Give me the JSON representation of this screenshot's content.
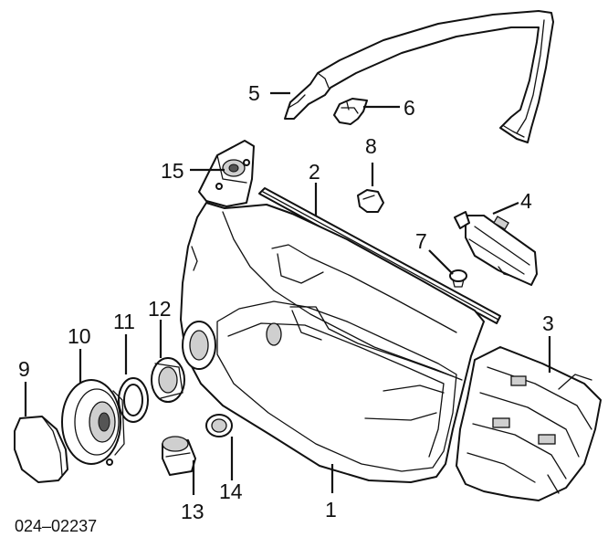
{
  "diagram": {
    "callouts": [
      {
        "id": "c1",
        "text": "1"
      },
      {
        "id": "c2",
        "text": "2"
      },
      {
        "id": "c3",
        "text": "3"
      },
      {
        "id": "c4",
        "text": "4"
      },
      {
        "id": "c5",
        "text": "5"
      },
      {
        "id": "c6",
        "text": "6"
      },
      {
        "id": "c7",
        "text": "7"
      },
      {
        "id": "c8",
        "text": "8"
      },
      {
        "id": "c9",
        "text": "9"
      },
      {
        "id": "c10",
        "text": "10"
      },
      {
        "id": "c11",
        "text": "11"
      },
      {
        "id": "c12",
        "text": "12"
      },
      {
        "id": "c13",
        "text": "13"
      },
      {
        "id": "c14",
        "text": "14"
      },
      {
        "id": "c15",
        "text": "15"
      }
    ],
    "drawing_code": "024–02237"
  }
}
